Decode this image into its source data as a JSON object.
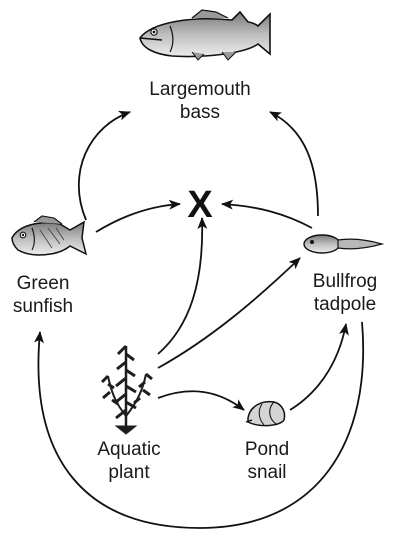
{
  "organisms": {
    "largemouth_bass": {
      "line1": "Largemouth",
      "line2": "bass",
      "icon": "fish-icon"
    },
    "green_sunfish": {
      "line1": "Green",
      "line2": "sunfish",
      "icon": "fish-icon"
    },
    "bullfrog_tadpole": {
      "line1": "Bullfrog",
      "line2": "tadpole",
      "icon": "tadpole-icon"
    },
    "aquatic_plant": {
      "line1": "Aquatic",
      "line2": "plant",
      "icon": "plant-icon"
    },
    "pond_snail": {
      "line1": "Pond",
      "line2": "snail",
      "icon": "snail-icon"
    }
  },
  "unknown_organism": {
    "label": "X"
  },
  "energy_flows": [
    {
      "from": "green_sunfish",
      "to": "largemouth_bass"
    },
    {
      "from": "bullfrog_tadpole",
      "to": "largemouth_bass"
    },
    {
      "from": "green_sunfish",
      "to": "unknown_organism"
    },
    {
      "from": "bullfrog_tadpole",
      "to": "unknown_organism"
    },
    {
      "from": "aquatic_plant",
      "to": "unknown_organism"
    },
    {
      "from": "aquatic_plant",
      "to": "bullfrog_tadpole"
    },
    {
      "from": "aquatic_plant",
      "to": "pond_snail"
    },
    {
      "from": "pond_snail",
      "to": "bullfrog_tadpole"
    },
    {
      "from": "bullfrog_tadpole",
      "to": "green_sunfish"
    }
  ],
  "colors": {
    "ink": "#111111",
    "fish_body": "#c9c9c9",
    "plant": "#1e1e1e"
  }
}
